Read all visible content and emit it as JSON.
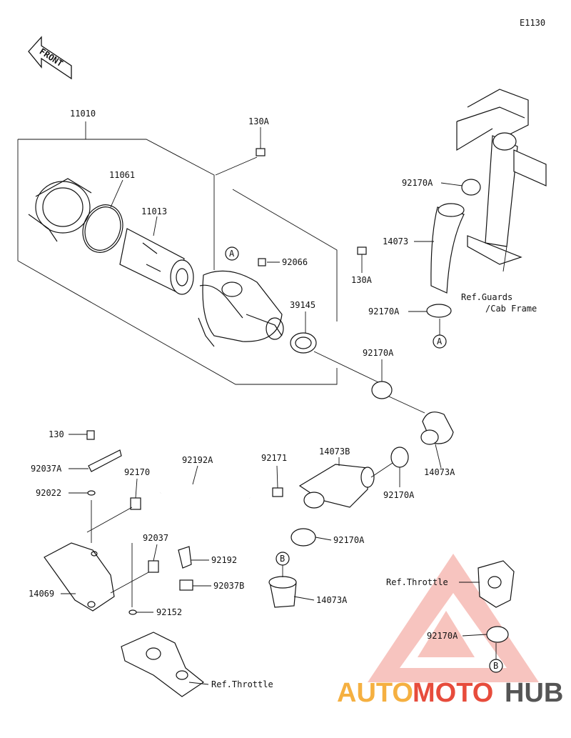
{
  "diagram": {
    "code": "E1130",
    "front_label": "FRONT",
    "parts": {
      "p11010": "11010",
      "p130A_top": "130A",
      "p11061": "11061",
      "p11013": "11013",
      "p92066": "92066",
      "p130A_right": "130A",
      "p39145": "39145",
      "p92170A_top": "92170A",
      "p14073": "14073",
      "p92170A_mid": "92170A",
      "p92170A_center": "92170A",
      "p14073A_right": "14073A",
      "p130": "130",
      "p92037A": "92037A",
      "p92022": "92022",
      "p92170": "92170",
      "p92192A": "92192A",
      "p92171": "92171",
      "p14073B": "14073B",
      "p92170A_lower": "92170A",
      "p92170A_center2": "92170A",
      "p92037": "92037",
      "p92192": "92192",
      "p92037B": "92037B",
      "p14069": "14069",
      "p92152": "92152",
      "p14073A_lower": "14073A",
      "p92170A_bottom": "92170A"
    },
    "refs": {
      "guards_line1": "Ref.Guards",
      "guards_line2": "/Cab Frame",
      "throttle_right": "Ref.Throttle",
      "throttle_bottom": "Ref.Throttle"
    },
    "markers": {
      "a1": "A",
      "a2": "A",
      "b1": "B",
      "b2": "B"
    }
  },
  "watermark": {
    "part1": "AUTO",
    "part2": "MOTO",
    "part3": "HUB",
    "color_orange": "#f5b041",
    "color_red": "#e74c3c",
    "color_gray": "#555555"
  }
}
